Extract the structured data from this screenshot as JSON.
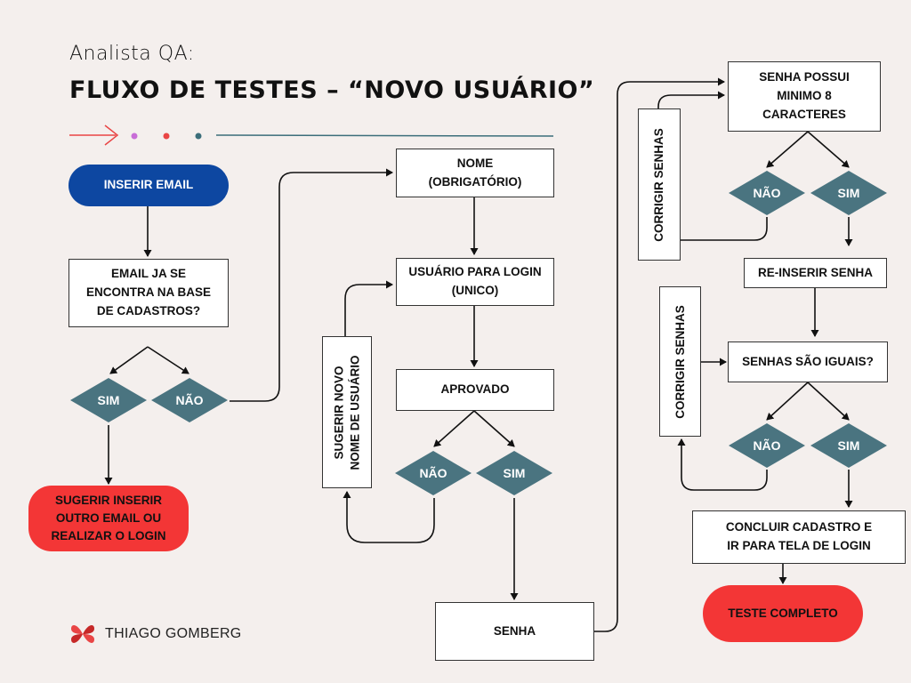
{
  "header": {
    "subtitle": "Analista QA:",
    "title": "FLUXO DE TESTES – “NOVO USUÁRIO”"
  },
  "colors": {
    "background": "#f4efed",
    "blue_pill": "#0d47a1",
    "red_pill": "#f33636",
    "diamond": "#4a7480",
    "accent_arrow": "#e94545",
    "dot_pink": "#c86dd7",
    "dot_red": "#e94545",
    "dot_teal": "#3b6e7a",
    "line": "#3b6e7a"
  },
  "nodes": {
    "inserir_email": "INSERIR EMAIL",
    "email_base_1": "EMAIL JA SE",
    "email_base_2": "ENCONTRA NA BASE",
    "email_base_3": "DE CADASTROS?",
    "sim_email": "SIM",
    "nao_email": "NÃO",
    "sugerir_1": "SUGERIR INSERIR",
    "sugerir_2": "OUTRO EMAIL OU",
    "sugerir_3": "REALIZAR O LOGIN",
    "nome_1": "NOME",
    "nome_2": "(OBRIGATÓRIO)",
    "usuario_1": "USUÁRIO PARA LOGIN",
    "usuario_2": "(UNICO)",
    "aprovado": "APROVADO",
    "nao_aprovado": "NÃO",
    "sim_aprovado": "SIM",
    "sugerir_nome_1": "SUGERIR NOVO",
    "sugerir_nome_2": "NOME DE USUÁRIO",
    "senha": "SENHA",
    "senha_min_1": "SENHA POSSUI",
    "senha_min_2": "MINIMO 8",
    "senha_min_3": "CARACTERES",
    "nao_min": "NÃO",
    "sim_min": "SIM",
    "corrigir_1": "CORRIGIR SENHAS",
    "reinserir": "RE-INSERIR SENHA",
    "iguais": "SENHAS SÃO IGUAIS?",
    "nao_iguais": "NÃO",
    "sim_iguais": "SIM",
    "corrigir_2": "CORRIGIR SENHAS",
    "concluir_1": "CONCLUIR CADASTRO E",
    "concluir_2": "IR PARA TELA DE LOGIN",
    "teste_completo": "TESTE COMPLETO"
  },
  "brand": {
    "name": "THIAGO GOMBERG",
    "icon": "x-flower-logo"
  }
}
